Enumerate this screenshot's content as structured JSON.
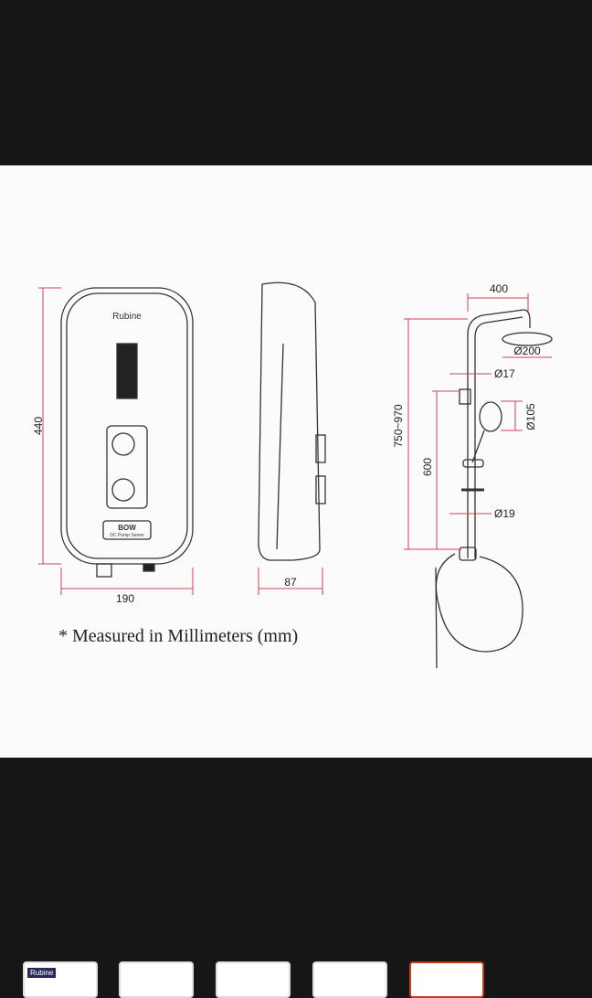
{
  "viewer": {
    "accent_color": "#c0401e",
    "selected_index": 4
  },
  "diagram": {
    "brand": "Rubine",
    "model": "BOW",
    "series": "DC Pump Series",
    "heater_height": "440",
    "heater_width": "190",
    "heater_depth": "87",
    "shower_arm": "400",
    "rain_head_dia": "Ø200",
    "pipe_top_dia": "Ø17",
    "hand_head_dia": "Ø105",
    "total_height": "750~970",
    "rail_height": "600",
    "pipe_bottom_dia": "Ø19",
    "note": "* Measured in Millimeters (mm)"
  },
  "thumbnails": [
    {
      "label": "Rubine",
      "selected": false
    },
    {
      "label": "",
      "selected": false
    },
    {
      "label": "",
      "selected": false
    },
    {
      "label": "",
      "selected": false
    },
    {
      "label": "",
      "selected": true
    }
  ]
}
